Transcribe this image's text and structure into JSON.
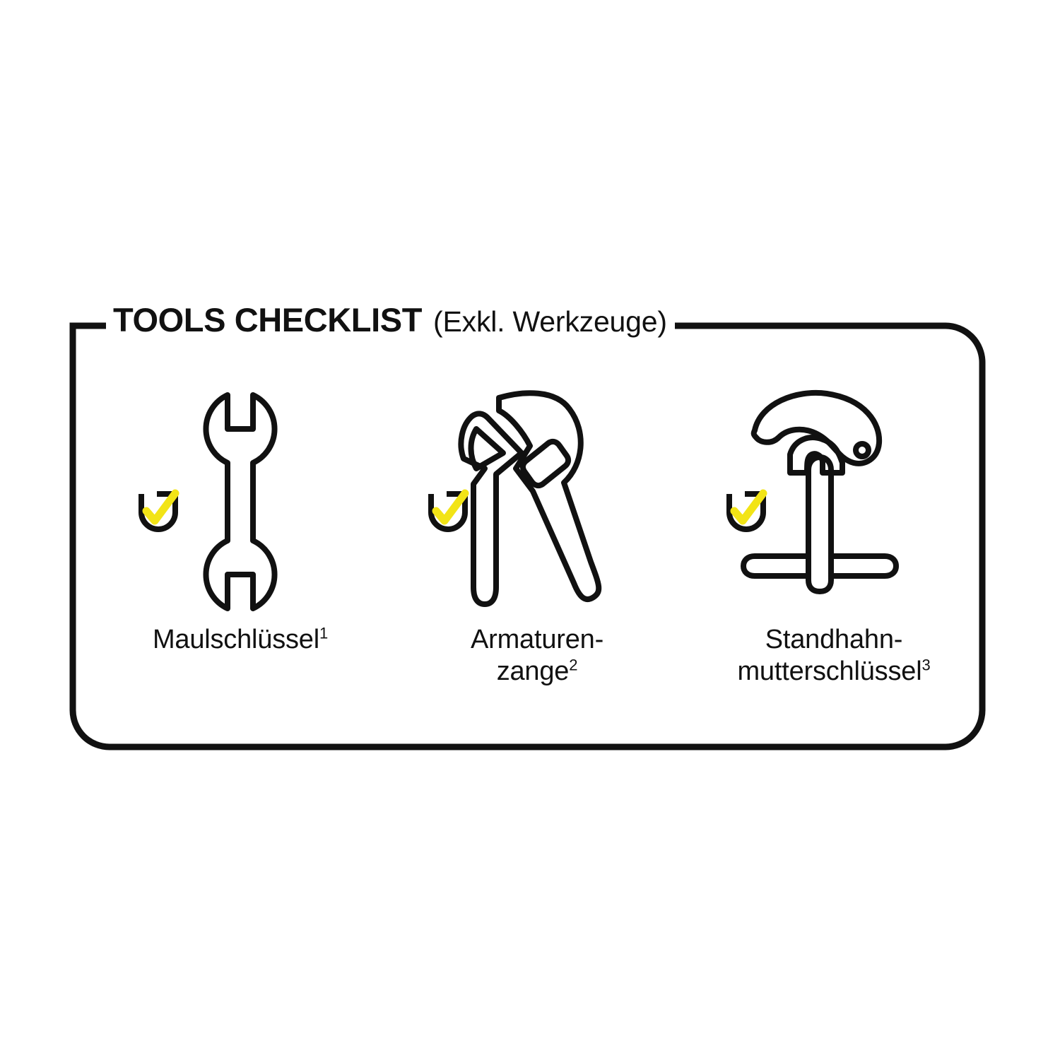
{
  "panel": {
    "title_main": "TOOLS CHECKLIST",
    "title_sub": "(Exkl. Werkzeuge)",
    "border_color": "#111111",
    "background_color": "#ffffff"
  },
  "theme": {
    "ink": "#111111",
    "check_yellow": "#F2E416"
  },
  "items": [
    {
      "icon": "open-end-wrench-icon",
      "label": "Maulschlüssel",
      "footnote": "1",
      "checked": true,
      "check_icon": "checkbox-checked-icon"
    },
    {
      "icon": "water-pump-pliers-icon",
      "label_line1": "Armaturen-",
      "label_line2": "zange",
      "footnote": "2",
      "checked": true,
      "check_icon": "checkbox-checked-icon"
    },
    {
      "icon": "basin-wrench-icon",
      "label_line1": "Standhahn-",
      "label_line2": "mutterschlüssel",
      "footnote": "3",
      "checked": true,
      "check_icon": "checkbox-checked-icon"
    }
  ]
}
